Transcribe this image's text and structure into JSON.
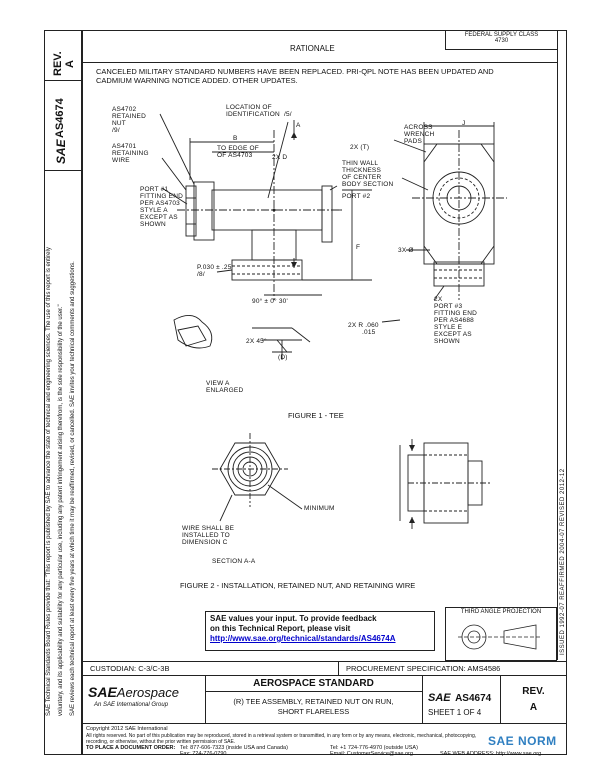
{
  "left_margin": {
    "rev_label": "REV.",
    "rev_value": "A",
    "doc_prefix": "SAE",
    "doc_number": "AS4674",
    "notice_line_1": "SAE Technical Standards Board Rules provide that: \"This report is published by SAE to advance the state of technical and engineering sciences. The use of this report is entirely",
    "notice_line_2": "voluntary, and its applicability and suitability for any particular use, including any patent infringement arising therefrom, is the sole responsibility of the user.\"",
    "notice_line_3": "SAE reviews each technical report at least every five years at which time it may be reaffirmed, revised, or cancelled. SAE invites your technical comments and suggestions."
  },
  "right_margin": {
    "history": "ISSUED 1992-07     REAFFIRMED 2004-07     REVISED 2012-12"
  },
  "header": {
    "rationale_title": "RATIONALE",
    "stamp_line_1": "FEDERAL SUPPLY CLASS",
    "stamp_line_2": "4730",
    "rationale_line_1": "CANCELED MILITARY STANDARD NUMBERS HAVE BEEN REPLACED.  PRI-QPL NOTE HAS BEEN UPDATED AND",
    "rationale_line_2": "CADMIUM WARNING NOTICE ADDED.  OTHER UPDATES."
  },
  "figure1": {
    "caption": "FIGURE 1 - TEE",
    "labels": {
      "as4702": "AS4702\nRETAINED\nNUT\n/9/",
      "as4701": "AS4701\nRETAINING\nWIRE",
      "location": "LOCATION OF\nIDENTIFICATION  /5/",
      "dim_a": "A",
      "dim_b": "B",
      "to_edge": "TO EDGE OF\nOF AS4703",
      "section_a": "A",
      "two_d": "2X D",
      "two_t": "2X (T)",
      "thin_wall": "THIN WALL\nTHICKNESS\nOF CENTER\nBODY SECTION",
      "across": "ACROSS\nWRENCH\nPADS",
      "dim_j": "J",
      "port1": "PORT #1\nFITTING END\nPER AS4703\nSTYLE A\nEXCEPT AS\nSHOWN",
      "port2": "PORT #2",
      "dim_f": "F",
      "three_d": "3X Ø",
      "p030": "P.030 ± .25\n/8/",
      "two_x_port3": "2X\nPORT #3\nFITTING END\nPER AS4688\nSTYLE E\nEXCEPT AS\nSHOWN",
      "angle": "90° ± 0° 30'",
      "two_x_45": "2X 45°",
      "two_x_r": "2X R .060\n       .015",
      "view_a": "VIEW A\nENLARGED",
      "ref_d": "(D)"
    }
  },
  "figure2": {
    "caption": "FIGURE 2 - INSTALLATION, RETAINED NUT, AND RETAINING WIRE",
    "labels": {
      "minimum": "MINIMUM",
      "wire_shall": "WIRE SHALL BE\nINSTALLED TO\nDIMENSION C",
      "section": "SECTION A-A"
    }
  },
  "feedback": {
    "line_1": "SAE values your input. To provide feedback",
    "line_2": "on this Technical Report, please visit",
    "link": "http://www.sae.org/technical/standards/AS4674A"
  },
  "third_angle": {
    "label": "THIRD ANGLE PROJECTION"
  },
  "title_block": {
    "custodian": "CUSTODIAN: C-3/C-3B",
    "procurement": "PROCUREMENT SPECIFICATION: AMS4586",
    "logo_sae": "SAE",
    "logo_aero": "Aerospace",
    "logo_sub": "An SAE International Group",
    "standard_title": "AEROSPACE STANDARD",
    "desc_line_1": "(R) TEE ASSEMBLY, RETAINED NUT ON RUN,",
    "desc_line_2": "SHORT FLARELESS",
    "doc_prefix": "SAE",
    "doc_number": "AS4674",
    "sheet": "SHEET 1 OF 4",
    "rev_label": "REV.",
    "rev_value": "A"
  },
  "footer": {
    "copyright": "Copyright 2012 SAE International",
    "rights": "All rights reserved. No part of this publication may be reproduced, stored in a retrieval system or transmitted, in any form or by any means, electronic, mechanical, photocopying,",
    "rights_2": "recording, or otherwise, without the prior written permission of SAE.",
    "order_label": "TO PLACE A DOCUMENT ORDER:",
    "tel_1": "Tel: 877-606-7323 (inside USA and Canada)",
    "tel_2": "Tel: +1 724-776-4970 (outside USA)",
    "fax": "Fax: 724-776-0790",
    "email": "Email: CustomerService@sae.org",
    "web": "SAE WEB ADDRESS: http://www.sae.org"
  },
  "watermark": "SAE NORM"
}
